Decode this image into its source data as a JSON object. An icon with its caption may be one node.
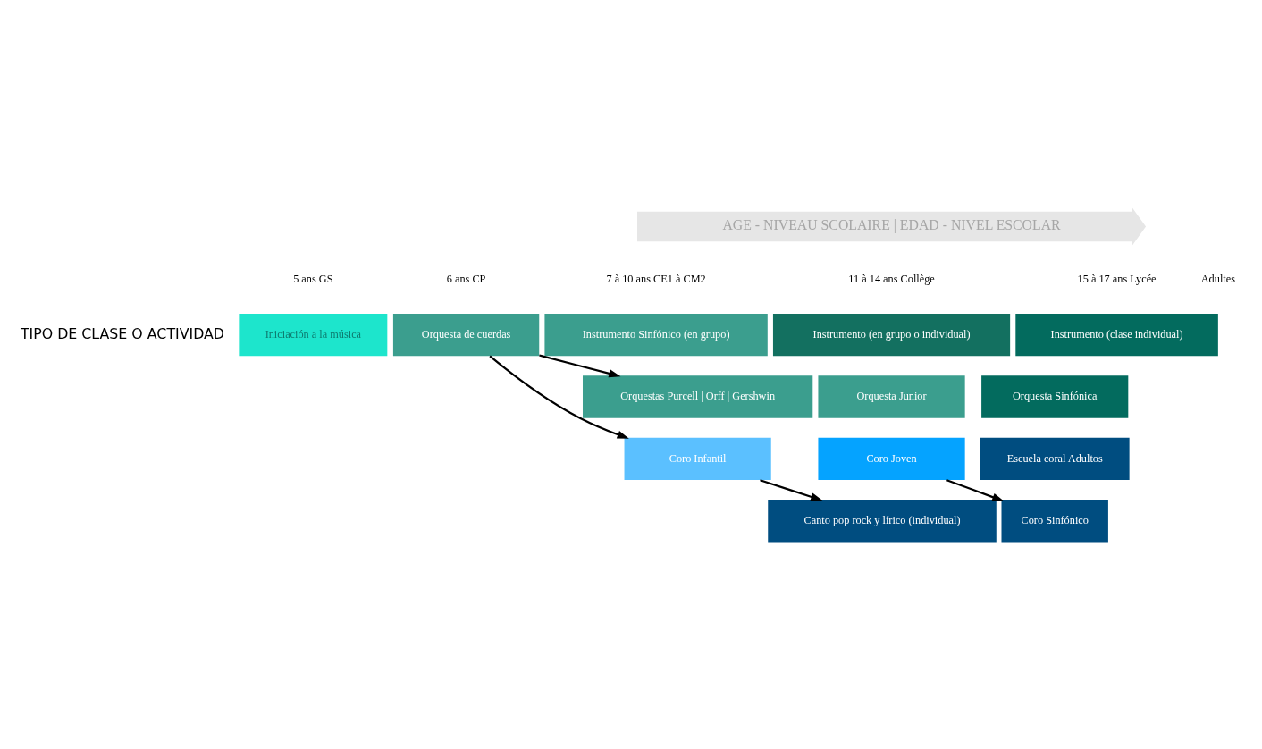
{
  "diagram": {
    "nodes": [
      {
        "text": [
          "AGE - NIVEAU SCOLAIRE | EDAD - NIVEL ESCOLAR"
        ]
      },
      {
        "text": [
          "Iniciación a la música"
        ]
      },
      {
        "text": [
          "Orquesta de cuerdas"
        ]
      },
      {
        "text": [
          "Instrumento Sinfónico (en grupo)"
        ]
      },
      {
        "text": [
          "Instrumento (en grupo o individual)"
        ]
      },
      {
        "text": [
          "Instrumento (clase individual)"
        ]
      },
      {
        "text": [
          "Orquestas Purcell | Orff | Gershwin"
        ]
      },
      {
        "text": [
          "Orquesta Junior"
        ]
      },
      {
        "text": [
          "Orquesta Sinfónica"
        ]
      },
      {
        "text": [
          "Coro Infantil"
        ]
      },
      {
        "text": [
          "Coro Joven"
        ]
      },
      {
        "text": [
          "Escuela coral Adultos"
        ]
      },
      {
        "text": [
          "Coro Sinfónico"
        ]
      },
      {
        "text": [
          "Canto pop rock y lírico (individual)"
        ]
      }
    ],
    "edges": [
      {
        "from": 2,
        "to": 6,
        "arrow": "to"
      },
      {
        "from": 2,
        "to": 9,
        "arrow": "to"
      },
      {
        "from": 9,
        "to": 13,
        "arrow": "to"
      },
      {
        "from": 10,
        "to": 12,
        "arrow": "to"
      }
    ],
    "labels": [
      "5 ans GS",
      "6 ans CP",
      "7 à 10 ans CE1 à CM2",
      "11 à 14 ans Collège",
      "15 à 17 ans Lycée",
      "Adultes",
      "TIPO DE CLASE O ACTIVIDAD"
    ]
  }
}
